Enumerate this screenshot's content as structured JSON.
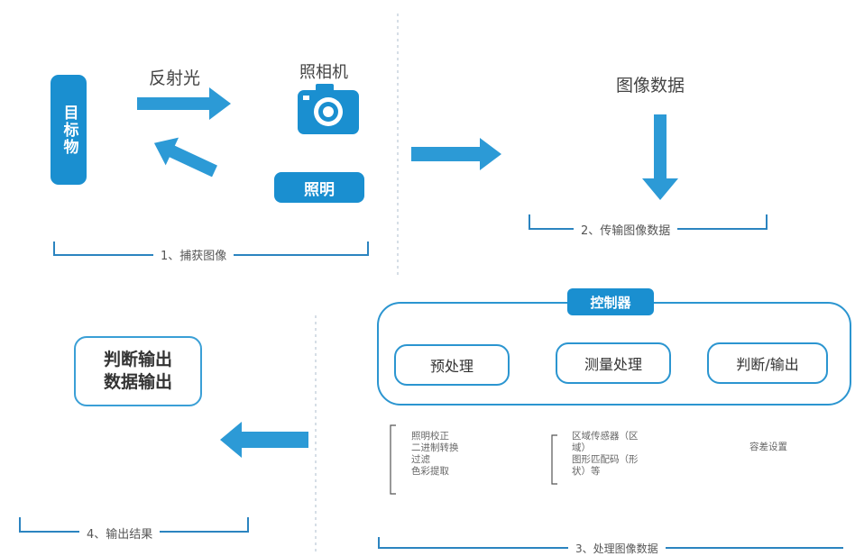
{
  "section1": {
    "target_label": "目标物",
    "reflected_light": "反射光",
    "camera_label": "照相机",
    "lighting_label": "照明",
    "caption": "1、捕获图像"
  },
  "section2": {
    "image_data": "图像数据",
    "caption": "2、传输图像数据"
  },
  "section3": {
    "controller": "控制器",
    "boxes": [
      "预处理",
      "测量处理",
      "判断/输出"
    ],
    "preprocess_items": [
      "照明校正",
      "二进制转换",
      "过滤",
      "色彩提取"
    ],
    "measure_items": [
      "区域传感器（区",
      "域）",
      "图形匹配码（形",
      "状）等"
    ],
    "tolerance": "容差设置",
    "caption": "3、处理图像数据"
  },
  "section4": {
    "output_line1": "判断输出",
    "output_line2": "数据输出",
    "caption": "4、输出结果"
  },
  "colors": {
    "accent": "#1a8fd0",
    "arrow": "#2c9ad6",
    "bracket": "#2b84c0",
    "divider": "#c9d3dd"
  },
  "icons": [
    "camera-icon"
  ]
}
